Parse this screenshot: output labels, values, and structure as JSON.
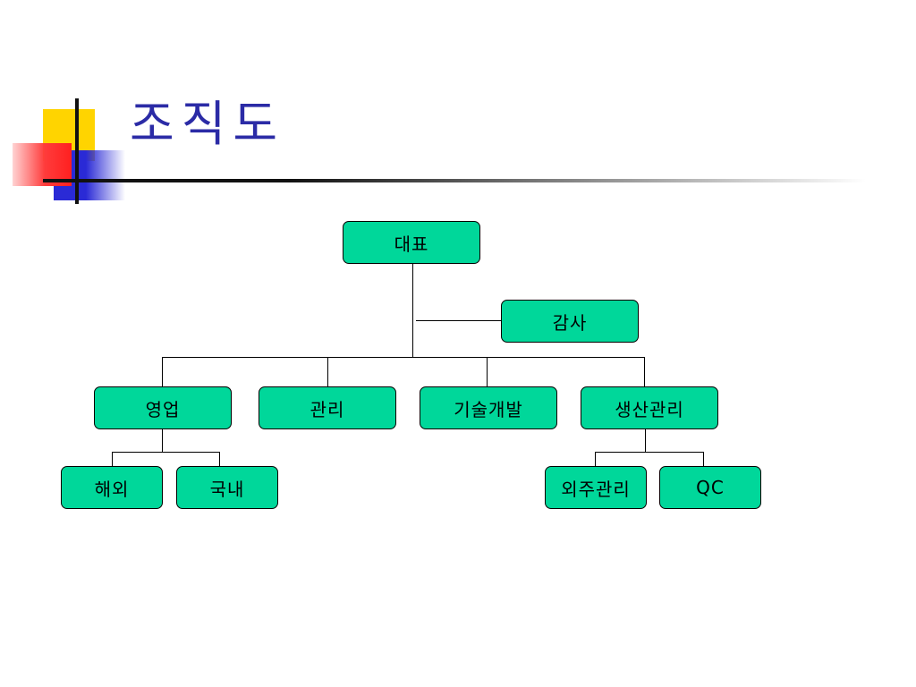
{
  "title": "조직도",
  "org": {
    "ceo": "대표",
    "audit": "감사",
    "sales": "영업",
    "admin": "관리",
    "tech": "기술개발",
    "production": "생산관리",
    "overseas": "해외",
    "domestic": "국내",
    "outsourcing": "외주관리",
    "qc": "QC"
  },
  "colors": {
    "box_fill": "#00d79a",
    "title": "#2b2ba6"
  }
}
